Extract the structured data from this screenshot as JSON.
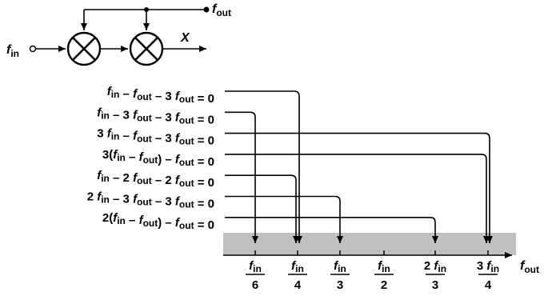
{
  "block_diagram": {
    "input_label": "f",
    "input_sub": "in",
    "output_label": "f",
    "output_sub": "out",
    "x_label": "X",
    "mixer_symbol": "multiply-icon"
  },
  "equations": [
    {
      "id": "eq1",
      "text": "fin  –   fout  – 3 fout = 0",
      "target_index": 1
    },
    {
      "id": "eq2",
      "text": "fin  – 3 fout  – 3 fout = 0",
      "target_index": 0
    },
    {
      "id": "eq3",
      "text": "3 fin  –   fout  – 3 fout = 0",
      "target_index": 5
    },
    {
      "id": "eq4",
      "text": "3(fin  –  fout) –  fout = 0",
      "target_index": 5
    },
    {
      "id": "eq5",
      "text": "fin  – 2 fout  – 2 fout = 0",
      "target_index": 1
    },
    {
      "id": "eq6",
      "text": "2 fin  – 3 fout  – 3 fout = 0",
      "target_index": 2
    },
    {
      "id": "eq7",
      "text": "2(fin  –  fout) –  fout = 0",
      "target_index": 4
    }
  ],
  "axis": {
    "label": "f",
    "label_sub": "out",
    "ticks": [
      {
        "num_coef": "",
        "num_var": "f",
        "num_sub": "in",
        "den": "6"
      },
      {
        "num_coef": "",
        "num_var": "f",
        "num_sub": "in",
        "den": "4"
      },
      {
        "num_coef": "",
        "num_var": "f",
        "num_sub": "in",
        "den": "3"
      },
      {
        "num_coef": "",
        "num_var": "f",
        "num_sub": "in",
        "den": "2"
      },
      {
        "num_coef": "2",
        "num_var": "f",
        "num_sub": "in",
        "den": "3"
      },
      {
        "num_coef": "3",
        "num_var": "f",
        "num_sub": "in",
        "den": "4"
      }
    ]
  },
  "colors": {
    "band": "#c0c0c0",
    "stroke": "#000000"
  }
}
